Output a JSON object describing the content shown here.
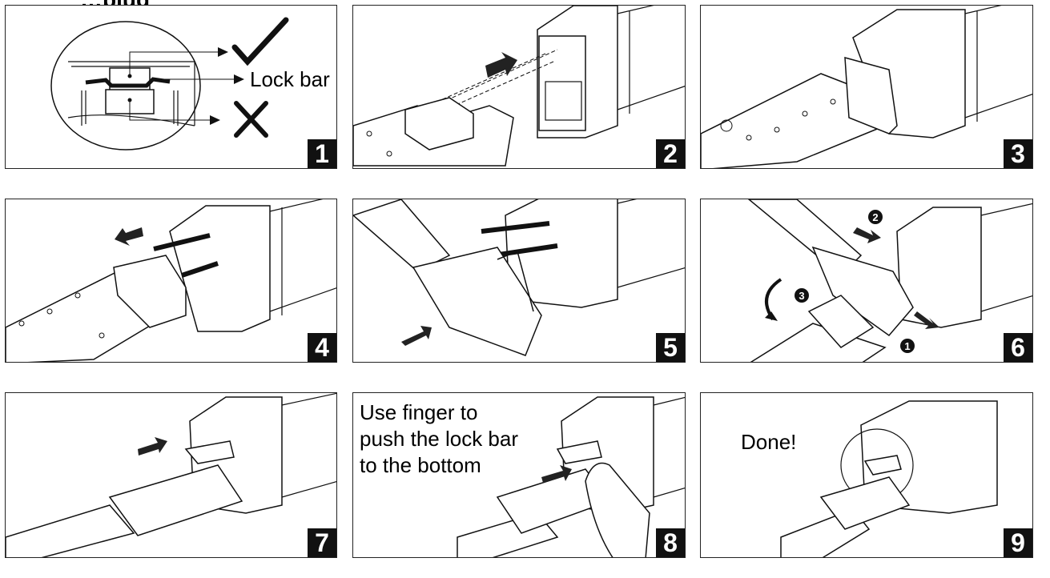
{
  "header": {
    "title_fragment": "plug"
  },
  "panels": [
    {
      "number": "1",
      "labels": {
        "lock_bar": "Lock bar"
      }
    },
    {
      "number": "2"
    },
    {
      "number": "3"
    },
    {
      "number": "4"
    },
    {
      "number": "5"
    },
    {
      "number": "6",
      "steps": [
        "1",
        "2",
        "3"
      ]
    },
    {
      "number": "7"
    },
    {
      "number": "8",
      "instruction": [
        "Use finger to",
        "push the lock bar",
        "to the bottom"
      ]
    },
    {
      "number": "9",
      "status": "Done!"
    }
  ],
  "colors": {
    "ink": "#111111",
    "paper": "#ffffff",
    "number_badge": "#111111"
  }
}
